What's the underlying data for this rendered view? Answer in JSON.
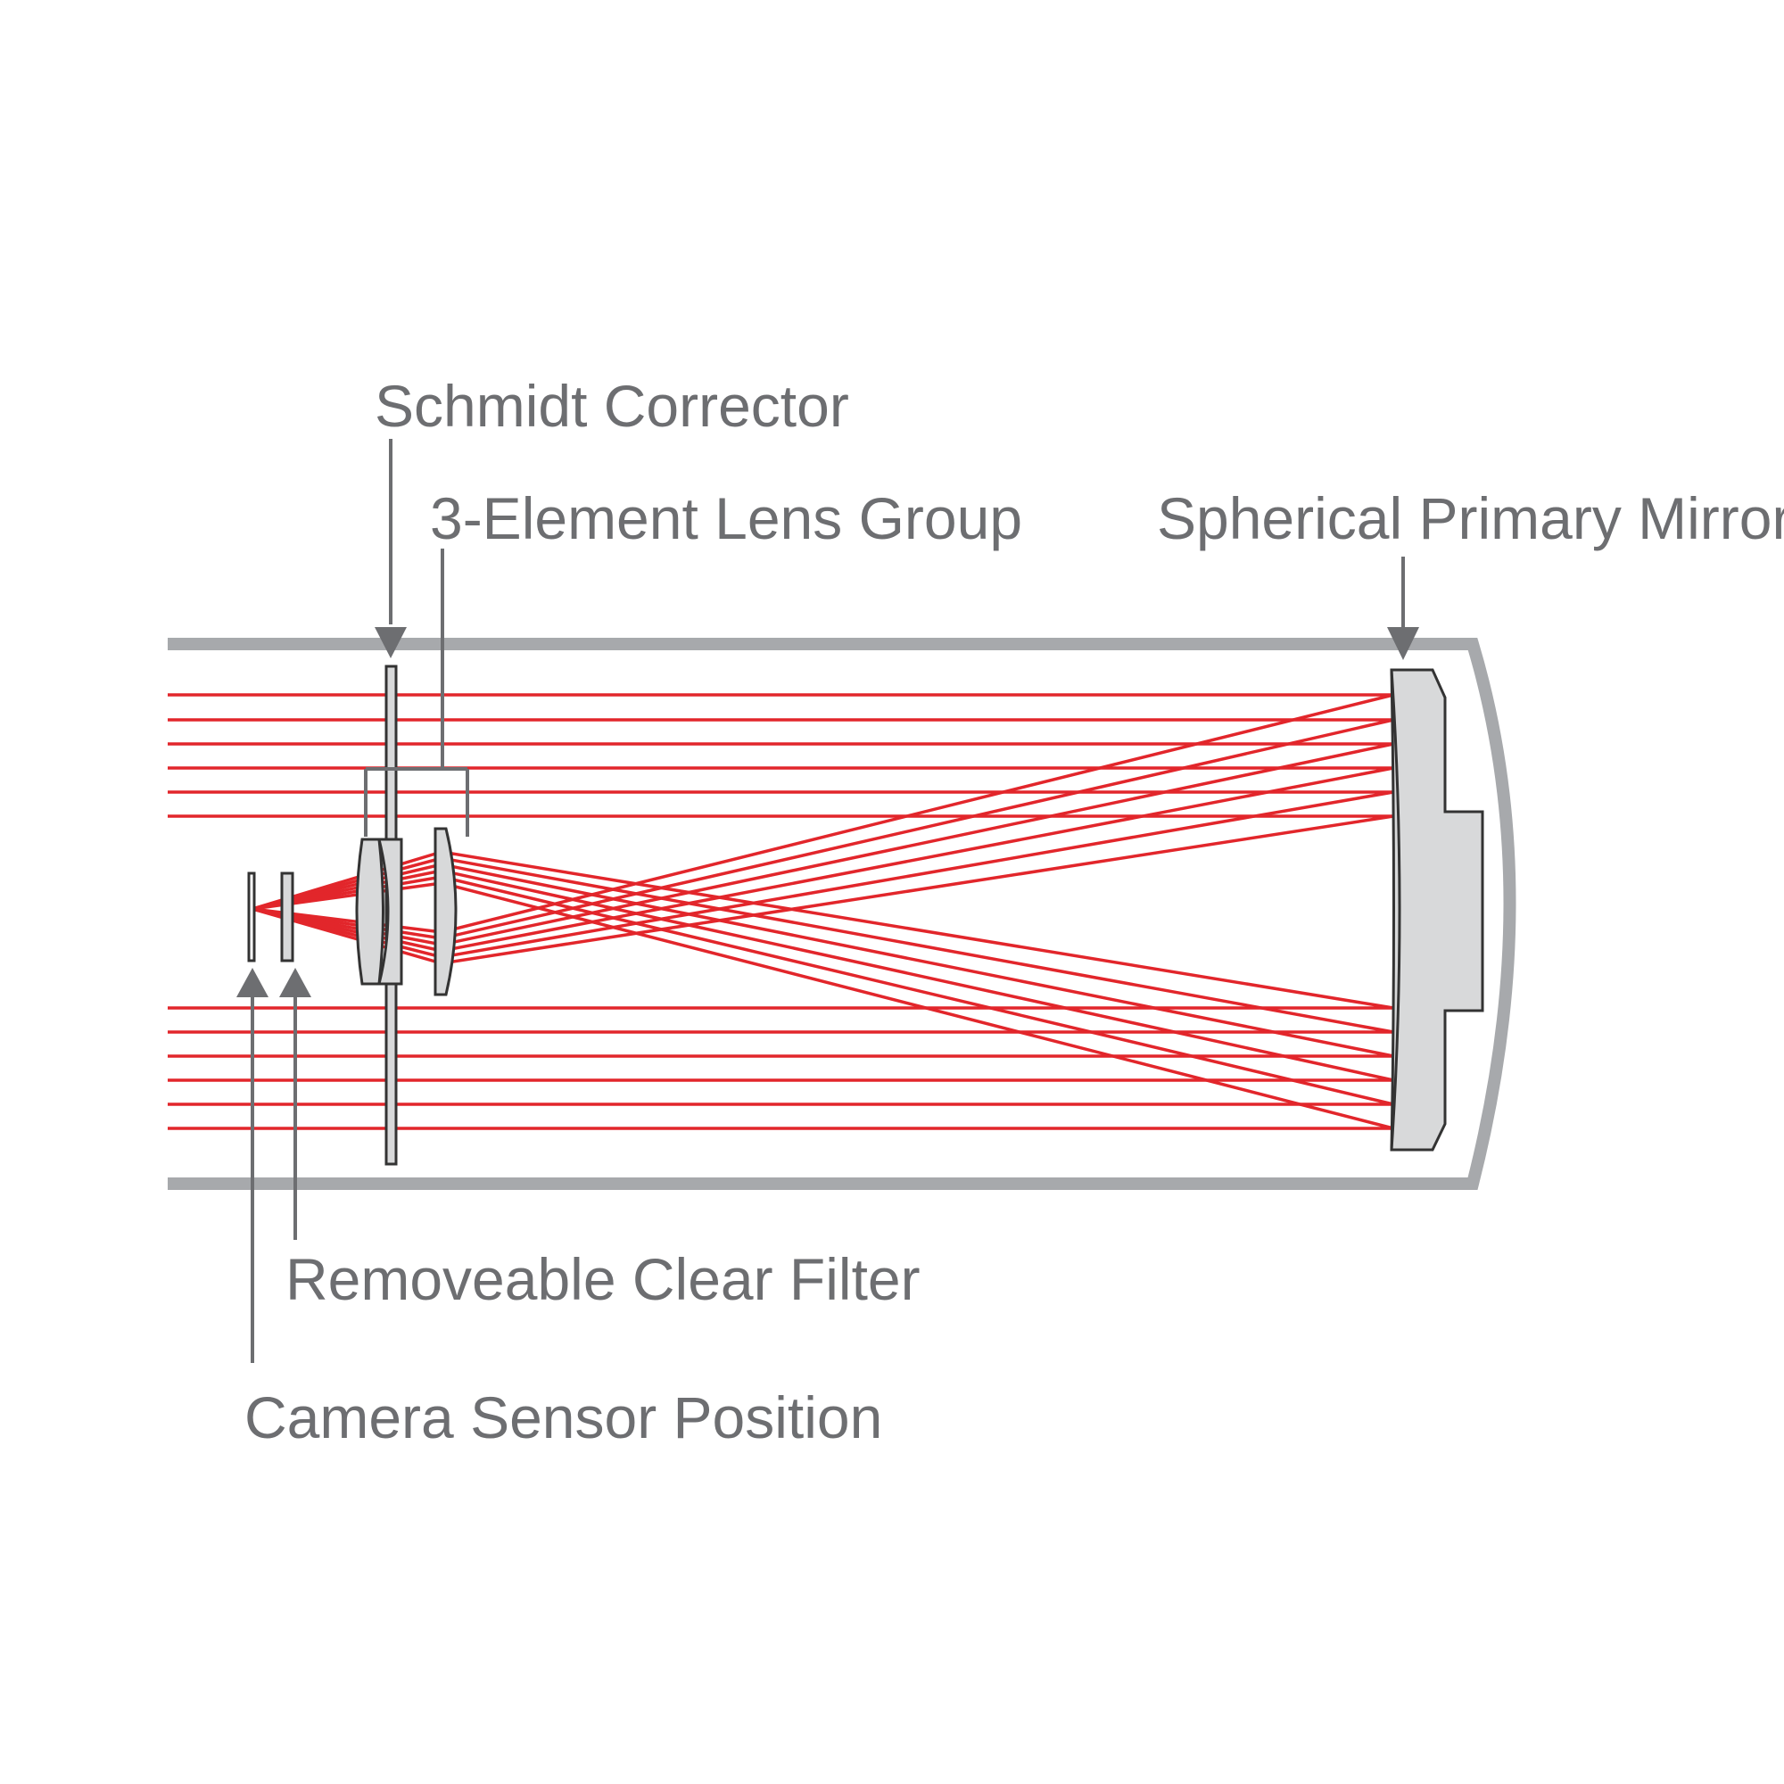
{
  "labels": {
    "schmidt_corrector": "Schmidt Corrector",
    "lens_group": "3-Element Lens Group",
    "primary_mirror": "Spherical Primary Mirror",
    "clear_filter": "Removeable Clear Filter",
    "camera_sensor": "Camera Sensor Position"
  },
  "colors": {
    "tube": "#a7a9ac",
    "ray": "#e2262b",
    "optic_fill": "#d8d9da",
    "optic_stroke": "#333333",
    "pointer": "#6d6e71",
    "text": "#6d6e71"
  }
}
